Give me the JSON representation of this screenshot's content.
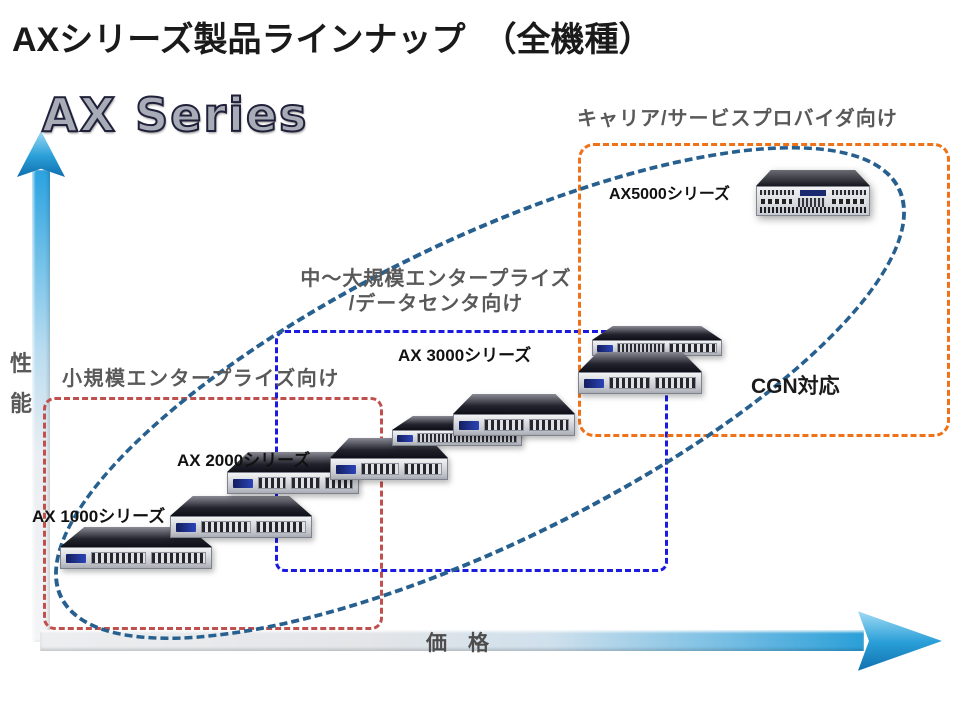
{
  "title": "AXシリーズ製品ラインナップ　（全機種）",
  "logo_text": "AX Series",
  "axis": {
    "y": "性能",
    "x": "価　格"
  },
  "segments": {
    "small": {
      "label": "小規模エンタープライズ向け"
    },
    "medium": {
      "label_line1": "中～大規模エンタープライズ",
      "label_line2": "/データセンタ向け"
    },
    "carrier": {
      "label": "キャリア/サービスプロバイダ向け"
    }
  },
  "products": {
    "ax1000": {
      "label": "AX 1000シリーズ"
    },
    "ax2000": {
      "label": "AX 2000シリーズ"
    },
    "ax3000": {
      "label": "AX 3000シリーズ"
    },
    "ax5000": {
      "label": "AX5000シリーズ"
    }
  },
  "annotations": {
    "cgn": "CGN対応"
  },
  "colors": {
    "small_box": "#c0504d",
    "medium_box": "#1a1ae0",
    "carrier_box": "#f07218",
    "ellipse": "#27608f",
    "arrow_blue": "#2a9fd8",
    "segment_text": "#595959"
  }
}
